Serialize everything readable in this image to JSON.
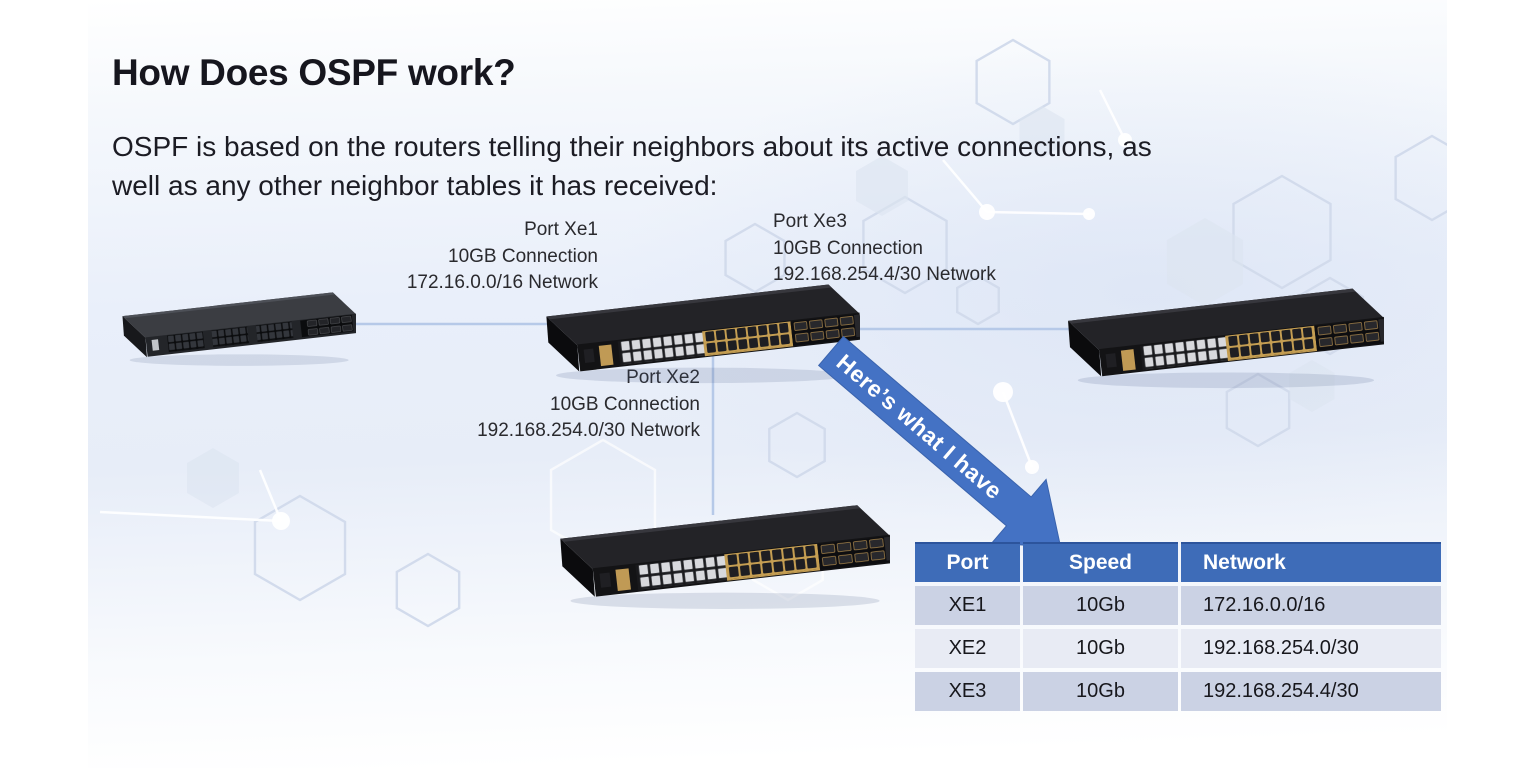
{
  "slide": {
    "title": "How Does OSPF work?"
  },
  "intro": {
    "line1": "OSPF is based on the routers telling their neighbors about its active connections, as",
    "line2": "well as any other neighbor tables it has received:"
  },
  "ports": {
    "xe1": {
      "name": "Port Xe1",
      "speed": "10GB Connection",
      "network": "172.16.0.0/16 Network"
    },
    "xe2": {
      "name": "Port Xe2",
      "speed": "10GB Connection",
      "network": "192.168.254.0/30 Network"
    },
    "xe3": {
      "name": "Port Xe3",
      "speed": "10GB Connection",
      "network": "192.168.254.4/30 Network"
    }
  },
  "arrow": {
    "label": "Here’s what I have",
    "color": "#4472c4"
  },
  "table": {
    "headers": [
      "Port",
      "Speed",
      "Network"
    ],
    "rows": [
      [
        "XE1",
        "10Gb",
        "172.16.0.0/16"
      ],
      [
        "XE2",
        "10Gb",
        "192.168.254.0/30"
      ],
      [
        "XE3",
        "10Gb",
        "192.168.254.4/30"
      ]
    ],
    "colors": {
      "header_bg": "#3e6cb8",
      "row_alt1": "#cbd2e4",
      "row_alt2": "#e8ebf4"
    }
  },
  "icons": {
    "devices": [
      "network-switch-left",
      "network-switch-center",
      "network-switch-right",
      "network-switch-bottom"
    ],
    "background": "hexagon-network-pattern"
  }
}
